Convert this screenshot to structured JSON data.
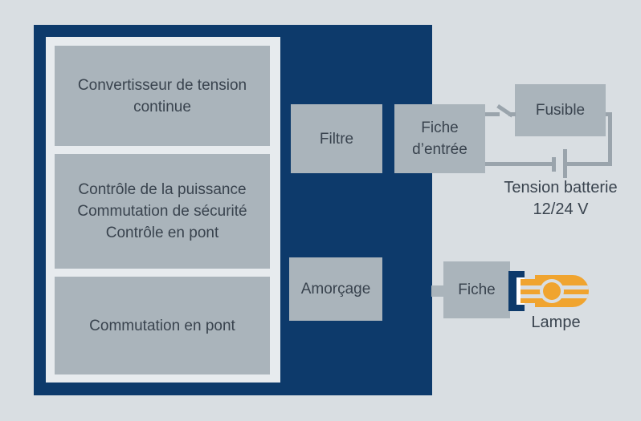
{
  "diagram": {
    "type": "block-diagram",
    "language": "fr",
    "subject": "Ballast / convertisseur de lampe — schéma fonctionnel",
    "blocks": {
      "converter": {
        "text": "Convertisseur de tension\ncontinue"
      },
      "control": {
        "text": "Contrôle de la puissance\nCommutation de sécurité\nContrôle en pont"
      },
      "bridge": {
        "text": "Commutation en pont"
      },
      "filter": {
        "text": "Filtre"
      },
      "ignition": {
        "text": "Amorçage"
      },
      "input_plug": {
        "text": "Fiche\nd’entrée"
      },
      "fuse": {
        "text": "Fusible"
      },
      "output_plug": {
        "text": "Fiche"
      }
    },
    "labels": {
      "battery": {
        "text": "Tension batterie\n12/24 V"
      },
      "lamp": {
        "text": "Lampe"
      }
    },
    "icons": [
      {
        "name": "switch-icon",
        "meaning": "interrupteur ouvert sur la ligne d’alimentation"
      },
      {
        "name": "battery-icon",
        "meaning": "symbole de batterie 12/24 V"
      },
      {
        "name": "lamp-icon",
        "meaning": "ampoule orange dans sa douille"
      }
    ],
    "colors": {
      "background": "#d9dee2",
      "navy_block": "#0d3a6b",
      "inner_panel": "#e7ebee",
      "box_gray": "#aab4bb",
      "wire_gray": "#9aa4ac",
      "text": "#39434e",
      "lamp_orange": "#f0a42f",
      "socket_white": "#ffffff"
    }
  }
}
